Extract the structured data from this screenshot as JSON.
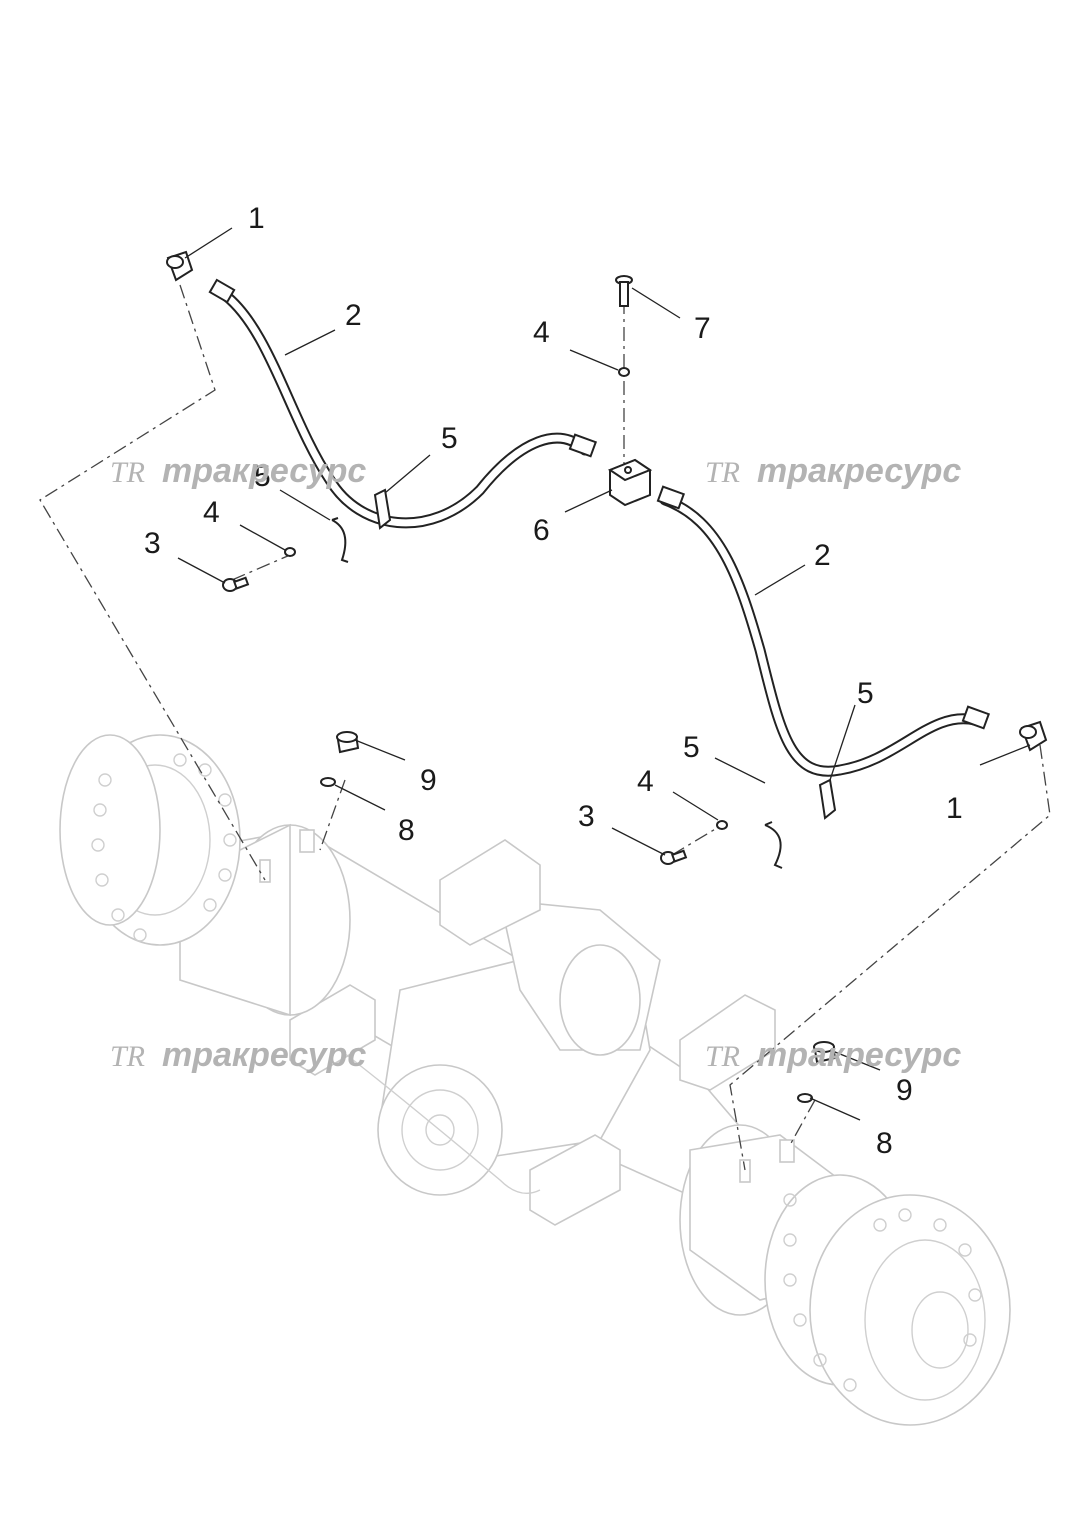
{
  "diagram": {
    "callouts": [
      {
        "id": "c1a",
        "text": "1"
      },
      {
        "id": "c2a",
        "text": "2"
      },
      {
        "id": "c4a",
        "text": "4"
      },
      {
        "id": "c7",
        "text": "7"
      },
      {
        "id": "c5a",
        "text": "5"
      },
      {
        "id": "c5b",
        "text": "5"
      },
      {
        "id": "c4b",
        "text": "4"
      },
      {
        "id": "c3a",
        "text": "3"
      },
      {
        "id": "c6",
        "text": "6"
      },
      {
        "id": "c2b",
        "text": "2"
      },
      {
        "id": "c5c",
        "text": "5"
      },
      {
        "id": "c5d",
        "text": "5"
      },
      {
        "id": "c4c",
        "text": "4"
      },
      {
        "id": "c3b",
        "text": "3"
      },
      {
        "id": "c1b",
        "text": "1"
      },
      {
        "id": "c9a",
        "text": "9"
      },
      {
        "id": "c8a",
        "text": "8"
      },
      {
        "id": "c9b",
        "text": "9"
      },
      {
        "id": "c8b",
        "text": "8"
      }
    ]
  },
  "watermark": {
    "logo": "TR",
    "text": "тракресурс"
  }
}
